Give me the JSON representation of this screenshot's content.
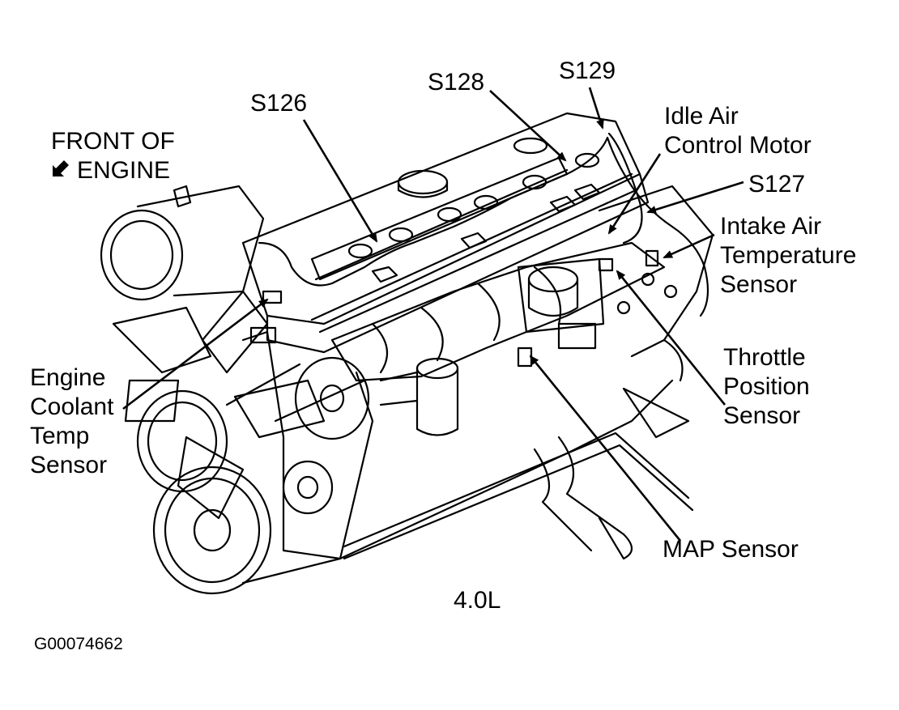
{
  "colors": {
    "ink": "#000000",
    "paper": "#ffffff"
  },
  "labels": {
    "front_of_engine": {
      "line1": "FRONT OF",
      "line2": "ENGINE",
      "icon": "arrow-left-down-icon"
    },
    "s126": "S126",
    "s128": "S128",
    "s129": "S129",
    "s127": "S127",
    "idle_air": {
      "line1": "Idle Air",
      "line2": "Control Motor"
    },
    "intake_air": {
      "line1": "Intake Air",
      "line2": "Temperature",
      "line3": "Sensor"
    },
    "throttle": {
      "line1": "Throttle",
      "line2": "Position",
      "line3": "Sensor"
    },
    "coolant": {
      "line1": "Engine",
      "line2": "Coolant",
      "line3": "Temp",
      "line4": "Sensor"
    },
    "map_sensor": "MAP Sensor",
    "engine_size": "4.0L",
    "figure_id": "G00074662"
  }
}
